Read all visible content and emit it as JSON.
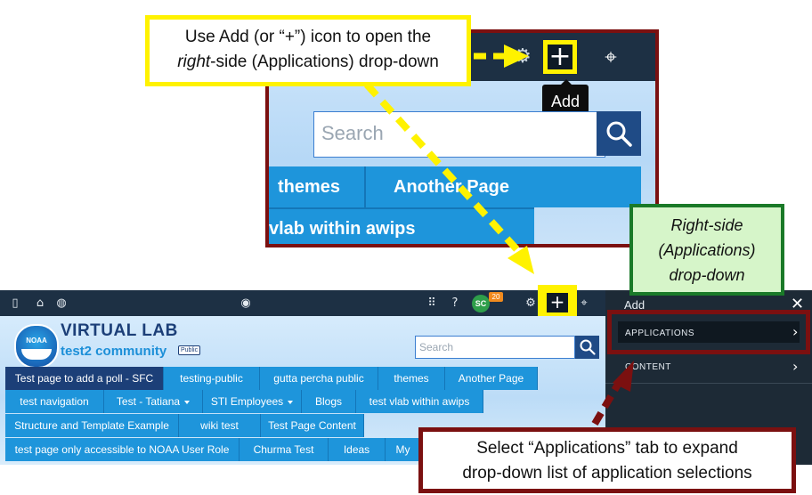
{
  "callouts": {
    "add_line1": "Use Add (or “+”) icon to open the",
    "add_line2_italic": "right",
    "add_line2_rest": "-side (Applications) drop-down",
    "right_line1": "Right-side",
    "right_line2": "(Applications)",
    "right_line3": "drop-down",
    "apps_line1": "Select “Applications” tab to expand",
    "apps_line2": "drop-down list of application selections"
  },
  "zoom": {
    "tooltip": "Add",
    "plus_glyph": "+",
    "search_placeholder": "Search",
    "nav1": "themes",
    "nav2": "Another Page",
    "nav3": "vlab within awips"
  },
  "topbar": {
    "avatar": "SC",
    "badge": "20",
    "plus_glyph": "+"
  },
  "site": {
    "logo_text": "NOAA",
    "title": "VIRTUAL LAB",
    "community": "test2 community",
    "public_badge": "Public",
    "search_placeholder": "Search"
  },
  "nav": {
    "row1": [
      "Test page to add a poll - SFC",
      "testing-public",
      "gutta percha public",
      "themes",
      "Another Page"
    ],
    "row2": [
      "test navigation",
      "Test - Tatiana",
      "STI Employees",
      "Blogs",
      "test vlab within awips"
    ],
    "row3": [
      "Structure and Template Example",
      "wiki test",
      "Test Page Content"
    ],
    "row4": [
      "test page only accessible to NOAA User Role",
      "Churma Test",
      "Ideas",
      "My"
    ]
  },
  "panel": {
    "header": "Add",
    "close": "✕",
    "applications": "APPLICATIONS",
    "content": "CONTENT"
  },
  "colors": {
    "highlight_yellow": "#fff200",
    "callout_red": "#7b1010",
    "callout_green": "#1a7a28",
    "nav_blue": "#1e95db",
    "active_nav": "#1c3f78",
    "topbar": "#1d3044"
  }
}
